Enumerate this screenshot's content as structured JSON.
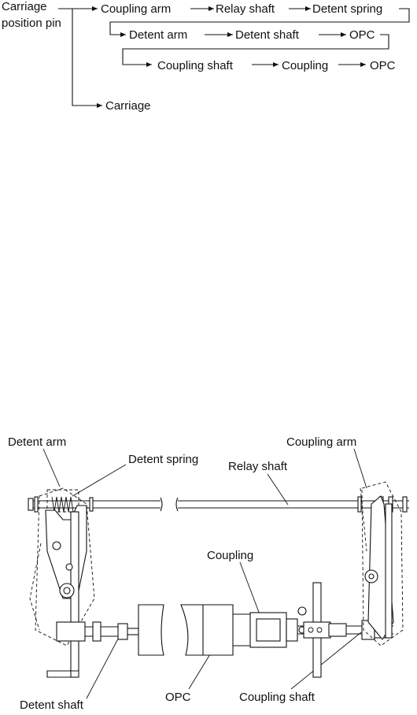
{
  "flow": {
    "source_line1": "Carriage",
    "source_line2": "position pin",
    "row1": [
      "Coupling arm",
      "Relay shaft",
      "Detent spring"
    ],
    "row2": [
      "Detent arm",
      "Detent shaft",
      "OPC"
    ],
    "row3": [
      "Coupling shaft",
      "Coupling",
      "OPC"
    ],
    "branch": "Carriage"
  },
  "drawing": {
    "labels": {
      "detent_arm": "Detent arm",
      "detent_spring": "Detent spring",
      "coupling_arm": "Coupling arm",
      "relay_shaft": "Relay shaft",
      "coupling": "Coupling",
      "detent_shaft": "Detent shaft",
      "opc": "OPC",
      "coupling_shaft": "Coupling shaft"
    }
  }
}
